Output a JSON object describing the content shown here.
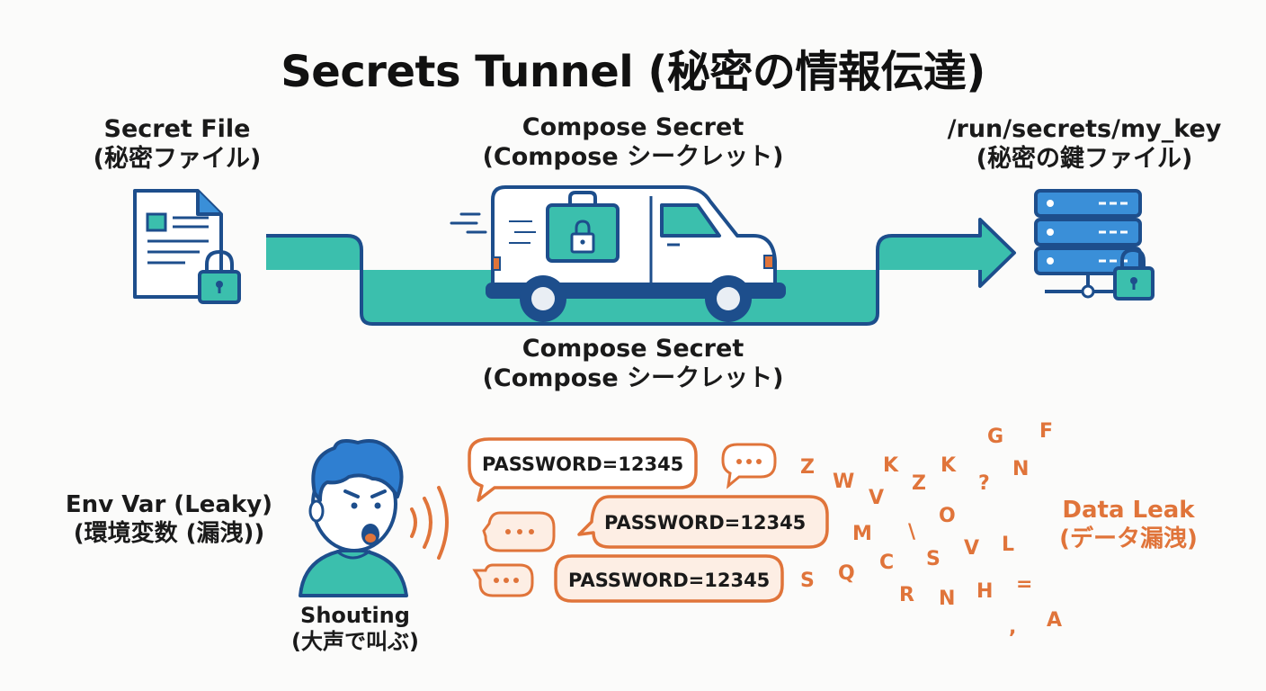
{
  "title": "Secrets Tunnel (秘密の情報伝達)",
  "secret_file": {
    "line1": "Secret File",
    "line2": "(秘密ファイル)"
  },
  "compose_secret_top": {
    "line1": "Compose Secret",
    "line2": "(Compose シークレット)"
  },
  "run_secrets": {
    "line1": "/run/secrets/my_key",
    "line2": "(秘密の鍵ファイル)"
  },
  "compose_secret_bottom": {
    "line1": "Compose Secret",
    "line2": "(Compose シークレット)"
  },
  "env_var": {
    "line1": "Env Var (Leaky)",
    "line2": "(環境変数 (漏洩))"
  },
  "shouting": {
    "line1": "Shouting",
    "line2": "(大声で叫ぶ)"
  },
  "data_leak": {
    "line1": "Data Leak",
    "line2": "(データ漏洩)"
  },
  "bubbles": [
    "PASSWORD=12345",
    "PASSWORD=12345",
    "PASSWORD=12345"
  ],
  "leak_letters": [
    "G",
    "F",
    "Z",
    "K",
    "K",
    "N",
    "W",
    "Z",
    "?",
    "V",
    "O",
    "M",
    "\\",
    "V",
    "L",
    "C",
    "S",
    "S",
    "Q",
    "R",
    "N",
    "H",
    "=",
    ",",
    "A"
  ],
  "colors": {
    "teal": "#3bbfad",
    "navy": "#1d4e8c",
    "orange": "#e0743a",
    "blue_hair": "#2f7fd1"
  }
}
